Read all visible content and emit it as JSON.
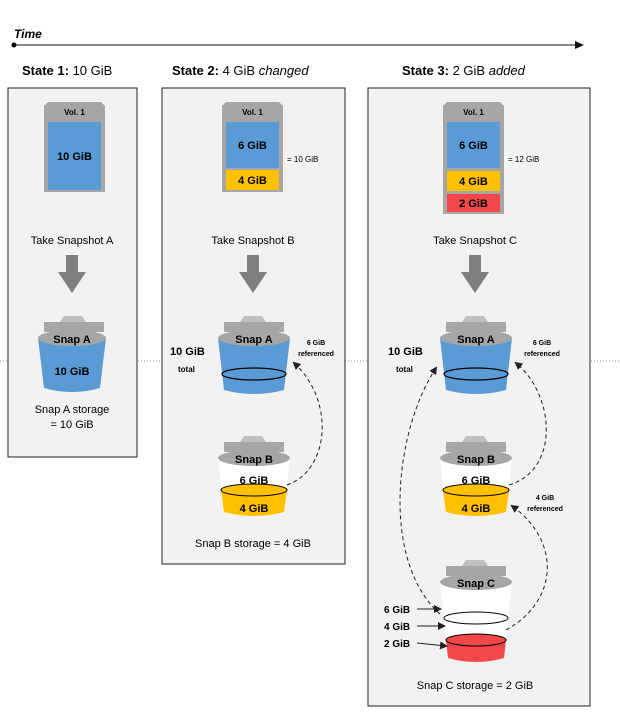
{
  "timeline": {
    "label": "Time"
  },
  "states": [
    {
      "heading_bold": "State 1:",
      "heading_rest": " 10 GiB",
      "heading_italic": "",
      "volume": {
        "label": "Vol. 1",
        "segments": [
          "10 GiB"
        ]
      },
      "action": "Take Snapshot A",
      "snapshot": {
        "label": "Snap A",
        "value": "10 GiB"
      },
      "storage": [
        "Snap A storage",
        "= 10 GiB"
      ]
    },
    {
      "heading_bold": "State 2:",
      "heading_rest": " 4 GiB ",
      "heading_italic": "changed",
      "volume": {
        "label": "Vol. 1",
        "segments": [
          "6 GiB",
          "4 GiB"
        ],
        "total": "= 10 GiB"
      },
      "action": "Take Snapshot B",
      "snapshots": [
        {
          "label": "Snap A",
          "side_value": "10 GiB",
          "side_sub": "total",
          "ref_line1": "6 GiB",
          "ref_line2": "referenced"
        },
        {
          "label": "Snap B",
          "top_value": "6 GiB",
          "bottom_value": "4 GiB"
        }
      ],
      "storage": [
        "Snap B storage = 4 GiB"
      ]
    },
    {
      "heading_bold": "State 3:",
      "heading_rest": " 2 GiB ",
      "heading_italic": "added",
      "volume": {
        "label": "Vol. 1",
        "segments": [
          "6 GiB",
          "4 GiB",
          "2 GiB"
        ],
        "total": "= 12 GiB"
      },
      "action": "Take Snapshot C",
      "snapshots": [
        {
          "label": "Snap A",
          "side_value": "10 GiB",
          "side_sub": "total",
          "ref_line1": "6 GiB",
          "ref_line2": "referenced"
        },
        {
          "label": "Snap B",
          "top_value": "6 GiB",
          "bottom_value": "4 GiB",
          "ref_line1": "4 GiB",
          "ref_line2": "referenced"
        },
        {
          "label": "Snap C",
          "pointers": [
            "6 GiB",
            "4 GiB",
            "2 GiB"
          ]
        }
      ],
      "storage": [
        "Snap C storage = 2 GiB"
      ]
    }
  ],
  "colors": {
    "blue": "#5b9bd5",
    "yellow": "#ffc000",
    "red": "#f4474a",
    "panel": "#f2f2f2",
    "lid": "#a6a6a6",
    "arrow": "#7f7f7f"
  }
}
